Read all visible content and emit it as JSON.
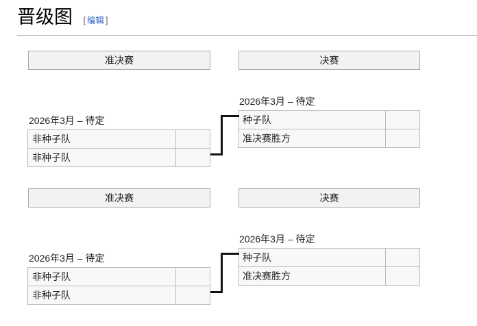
{
  "heading": {
    "title": "晋级图",
    "edit_open_bracket": "[",
    "edit_label": "编辑",
    "edit_close_bracket": "]"
  },
  "colors": {
    "link_blue": "#3366cc",
    "header_bg": "#f2f2f2",
    "header_border": "#aaaaaa",
    "cell_bg": "#f8f8f8",
    "cell_border": "#bbbbbb",
    "connector": "#111111",
    "rule": "#a2a9b1"
  },
  "bracket": {
    "sections": [
      {
        "semifinal": {
          "header": "准决赛",
          "date": "2026年3月 – 待定",
          "rows": [
            {
              "team": "非种子队",
              "score": ""
            },
            {
              "team": "非种子队",
              "score": ""
            }
          ]
        },
        "final": {
          "header": "决赛",
          "date": "2026年3月 – 待定",
          "rows": [
            {
              "team": "种子队",
              "score": ""
            },
            {
              "team": "准决赛胜方",
              "score": ""
            }
          ]
        }
      },
      {
        "semifinal": {
          "header": "准决赛",
          "date": "2026年3月 – 待定",
          "rows": [
            {
              "team": "非种子队",
              "score": ""
            },
            {
              "team": "非种子队",
              "score": ""
            }
          ]
        },
        "final": {
          "header": "决赛",
          "date": "2026年3月 – 待定",
          "rows": [
            {
              "team": "种子队",
              "score": ""
            },
            {
              "team": "准决赛胜方",
              "score": ""
            }
          ]
        }
      }
    ]
  }
}
